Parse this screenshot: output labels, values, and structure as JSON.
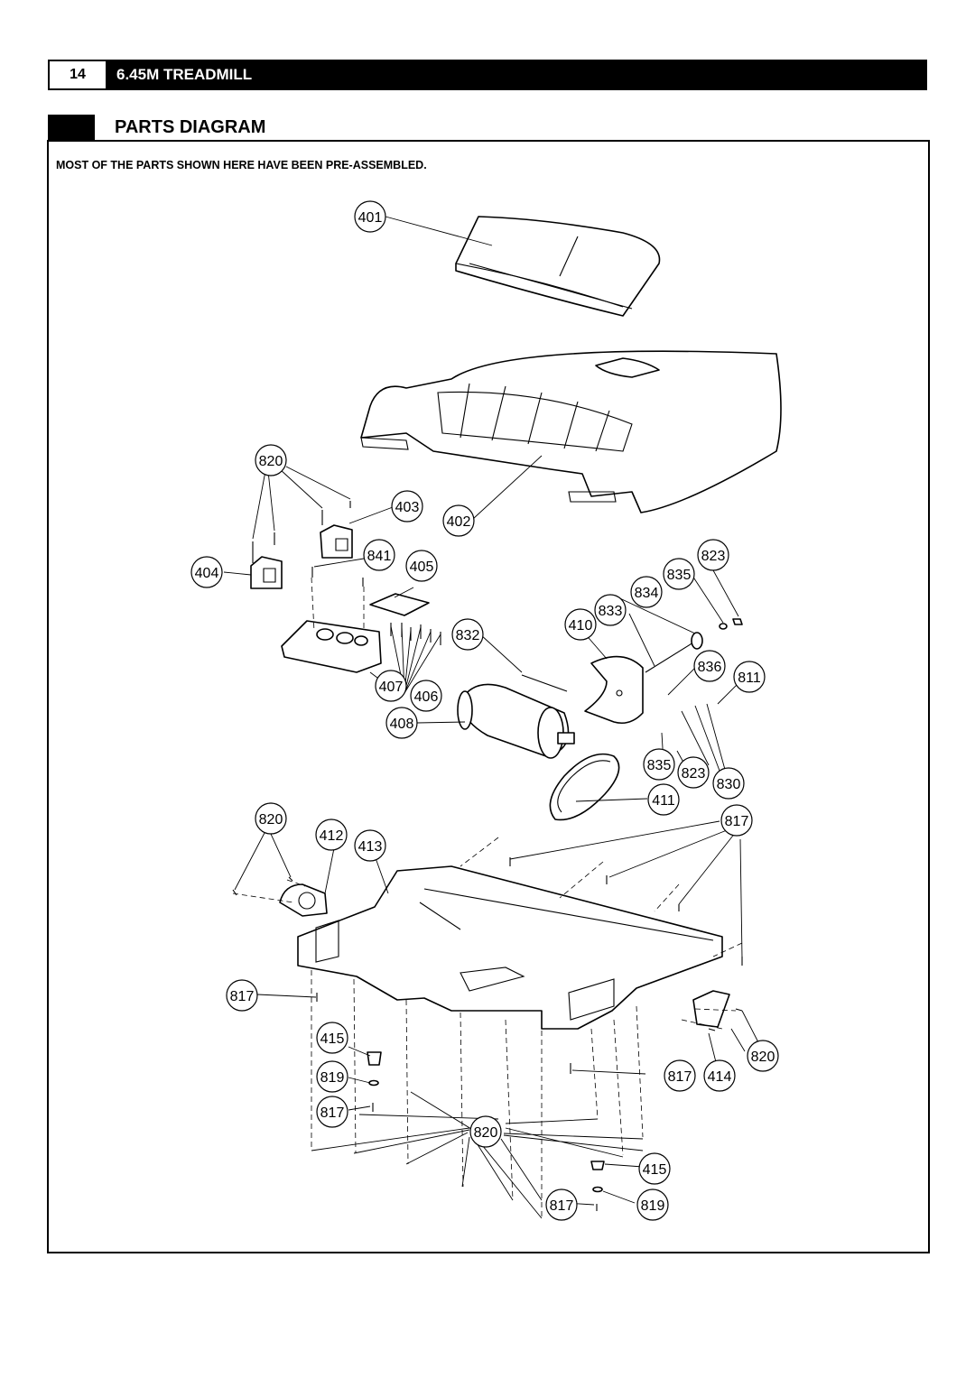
{
  "header": {
    "page_number": "14",
    "title": "6.45M TREADMILL"
  },
  "section": {
    "title": "PARTS DIAGRAM"
  },
  "note": "MOST OF THE PARTS SHOWN HERE HAVE BEEN PRE-ASSEMBLED.",
  "callouts": {
    "c401": "401",
    "c402": "402",
    "c403": "403",
    "c404": "404",
    "c405": "405",
    "c406": "406",
    "c407": "407",
    "c408": "408",
    "c410": "410",
    "c411": "411",
    "c412": "412",
    "c413": "413",
    "c414": "414",
    "c415a": "415",
    "c415b": "415",
    "c811": "811",
    "c817a": "817",
    "c817b": "817",
    "c817c": "817",
    "c817d": "817",
    "c817e": "817",
    "c819a": "819",
    "c819b": "819",
    "c820a": "820",
    "c820b": "820",
    "c820c": "820",
    "c820d": "820",
    "c823a": "823",
    "c823b": "823",
    "c830": "830",
    "c832": "832",
    "c833": "833",
    "c834": "834",
    "c835a": "835",
    "c835b": "835",
    "c836": "836",
    "c841": "841"
  }
}
